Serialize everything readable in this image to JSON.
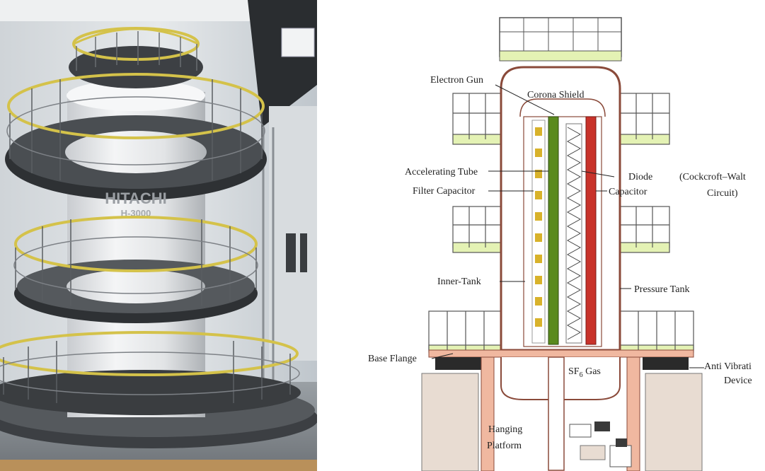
{
  "photo": {
    "brand": "HITACHI",
    "model": "H-3000"
  },
  "diagram": {
    "labels": {
      "electron_gun": "Electron Gun",
      "corona_shield": "Corona Shield",
      "accelerating_tube": "Accelerating Tube",
      "filter_capacitor": "Filter Capacitor",
      "diode": "Diode",
      "capacitor": "Capacitor",
      "cockcroft_line1": "(Cockcroft–Walt",
      "cockcroft_line2": "Circuit)",
      "inner_tank": "Inner-Tank",
      "pressure_tank": "Pressure Tank",
      "base_flange": "Base Flange",
      "sf6_gas": "SF",
      "sf6_sub": "6",
      "sf6_gas_suffix": " Gas",
      "anti_vibration_line1": "Anti Vibrati",
      "anti_vibration_line2": "Device",
      "hanging_line1": "Hanging",
      "hanging_line2": "Platform"
    },
    "colors": {
      "tank_outline": "#8a4a3a",
      "green_tube": "#5a8a1e",
      "red_capacitor": "#c8322a",
      "light_green": "#e4f2b4",
      "base_pink": "#f0b8a0",
      "base_block": "#e8dcd2"
    }
  }
}
